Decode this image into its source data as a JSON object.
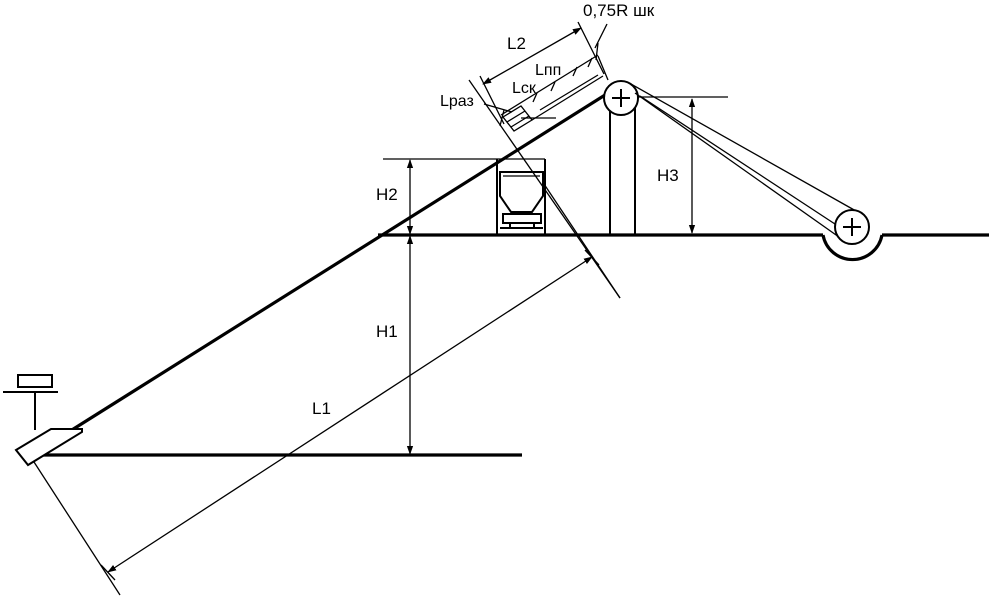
{
  "labels": {
    "l2": "L2",
    "r075": "0,75R шк",
    "lpp": "Lпп",
    "lsk": "Lск",
    "lraz": "Lраз",
    "h2": "H2",
    "h3": "H3",
    "h1": "H1",
    "l1": "L1"
  }
}
